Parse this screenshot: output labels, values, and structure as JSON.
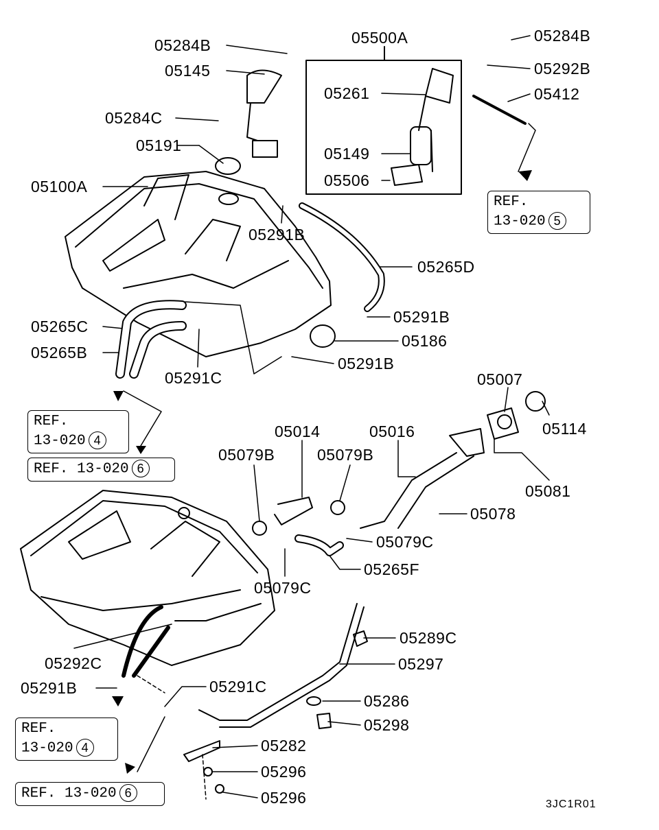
{
  "assembly_label": "05500A",
  "parts": [
    {
      "id": "p1",
      "text": "05284B"
    },
    {
      "id": "p2",
      "text": "05145"
    },
    {
      "id": "p3",
      "text": "05284C"
    },
    {
      "id": "p4",
      "text": "05191"
    },
    {
      "id": "p5",
      "text": "05100A"
    },
    {
      "id": "p6",
      "text": "05261"
    },
    {
      "id": "p7",
      "text": "05149"
    },
    {
      "id": "p8",
      "text": "05506"
    },
    {
      "id": "p9",
      "text": "05284B"
    },
    {
      "id": "p10",
      "text": "05292B"
    },
    {
      "id": "p11",
      "text": "05412"
    },
    {
      "id": "p12",
      "text": "05291B"
    },
    {
      "id": "p13",
      "text": "05265D"
    },
    {
      "id": "p14",
      "text": "05291B"
    },
    {
      "id": "p15",
      "text": "05265C"
    },
    {
      "id": "p16",
      "text": "05186"
    },
    {
      "id": "p17",
      "text": "05265B"
    },
    {
      "id": "p18",
      "text": "05291B"
    },
    {
      "id": "p19",
      "text": "05291C"
    },
    {
      "id": "p20",
      "text": "05007"
    },
    {
      "id": "p21",
      "text": "05114"
    },
    {
      "id": "p22",
      "text": "05014"
    },
    {
      "id": "p23",
      "text": "05016"
    },
    {
      "id": "p24",
      "text": "05079B"
    },
    {
      "id": "p25",
      "text": "05079B"
    },
    {
      "id": "p26",
      "text": "05081"
    },
    {
      "id": "p27",
      "text": "05078"
    },
    {
      "id": "p28",
      "text": "05079C"
    },
    {
      "id": "p29",
      "text": "05265F"
    },
    {
      "id": "p30",
      "text": "05079C"
    },
    {
      "id": "p31",
      "text": "05289C"
    },
    {
      "id": "p32",
      "text": "05292C"
    },
    {
      "id": "p33",
      "text": "05297"
    },
    {
      "id": "p34",
      "text": "05291B"
    },
    {
      "id": "p35",
      "text": "05291C"
    },
    {
      "id": "p36",
      "text": "05286"
    },
    {
      "id": "p37",
      "text": "05298"
    },
    {
      "id": "p38",
      "text": "05282"
    },
    {
      "id": "p39",
      "text": "05296"
    },
    {
      "id": "p40",
      "text": "05296"
    }
  ],
  "refs": [
    {
      "line1": "REF.",
      "line2": "13-020",
      "num": "5"
    },
    {
      "line1": "REF.",
      "line2": "13-020",
      "num": "4"
    },
    {
      "line1": "REF. 13-020",
      "num": "6"
    },
    {
      "line1": "REF.",
      "line2": "13-020",
      "num": "4"
    },
    {
      "line1": "REF. 13-020",
      "num": "6"
    }
  ],
  "diagram_code": "3JC1R01"
}
